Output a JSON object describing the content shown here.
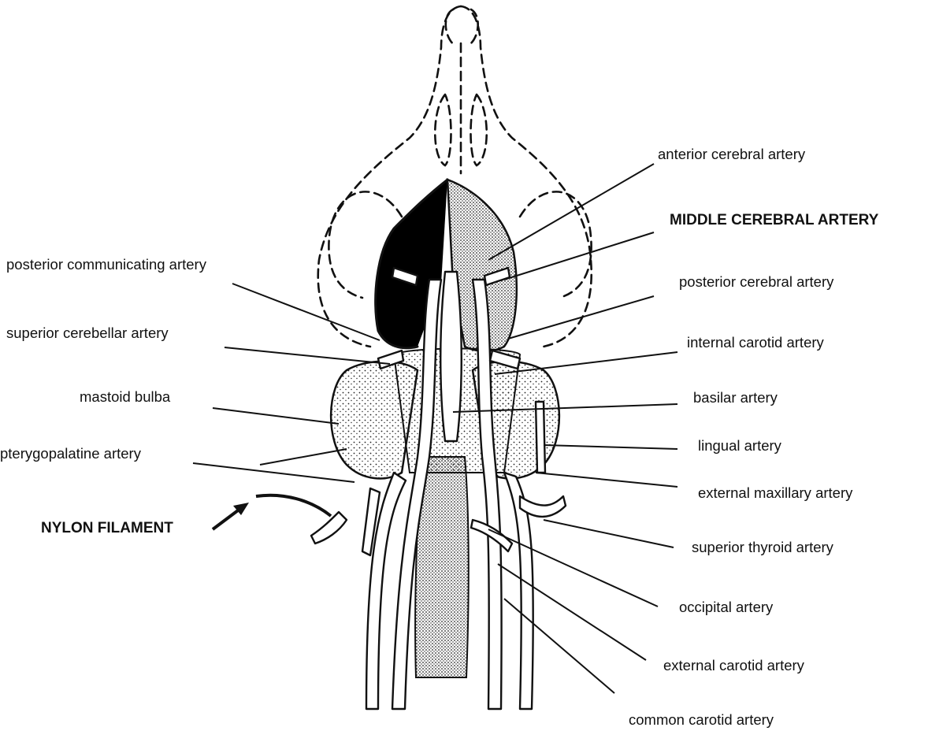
{
  "labels": {
    "anterior_cerebral": "anterior cerebral artery",
    "middle_cerebral": "MIDDLE CEREBRAL ARTERY",
    "posterior_communicating": "posterior communicating artery",
    "posterior_cerebral": "posterior cerebral artery",
    "superior_cerebellar": "superior cerebellar artery",
    "internal_carotid": "internal carotid artery",
    "mastoid_bulba": "mastoid bulba",
    "basilar": "basilar artery",
    "pterygopalatine": "pterygopalatine artery",
    "lingual": "lingual artery",
    "external_maxillary": "external maxillary artery",
    "nylon_filament": "NYLON FILAMENT",
    "superior_thyroid": "superior thyroid artery",
    "occipital": "occipital artery",
    "external_carotid": "external carotid artery",
    "common_carotid": "common carotid artery"
  }
}
